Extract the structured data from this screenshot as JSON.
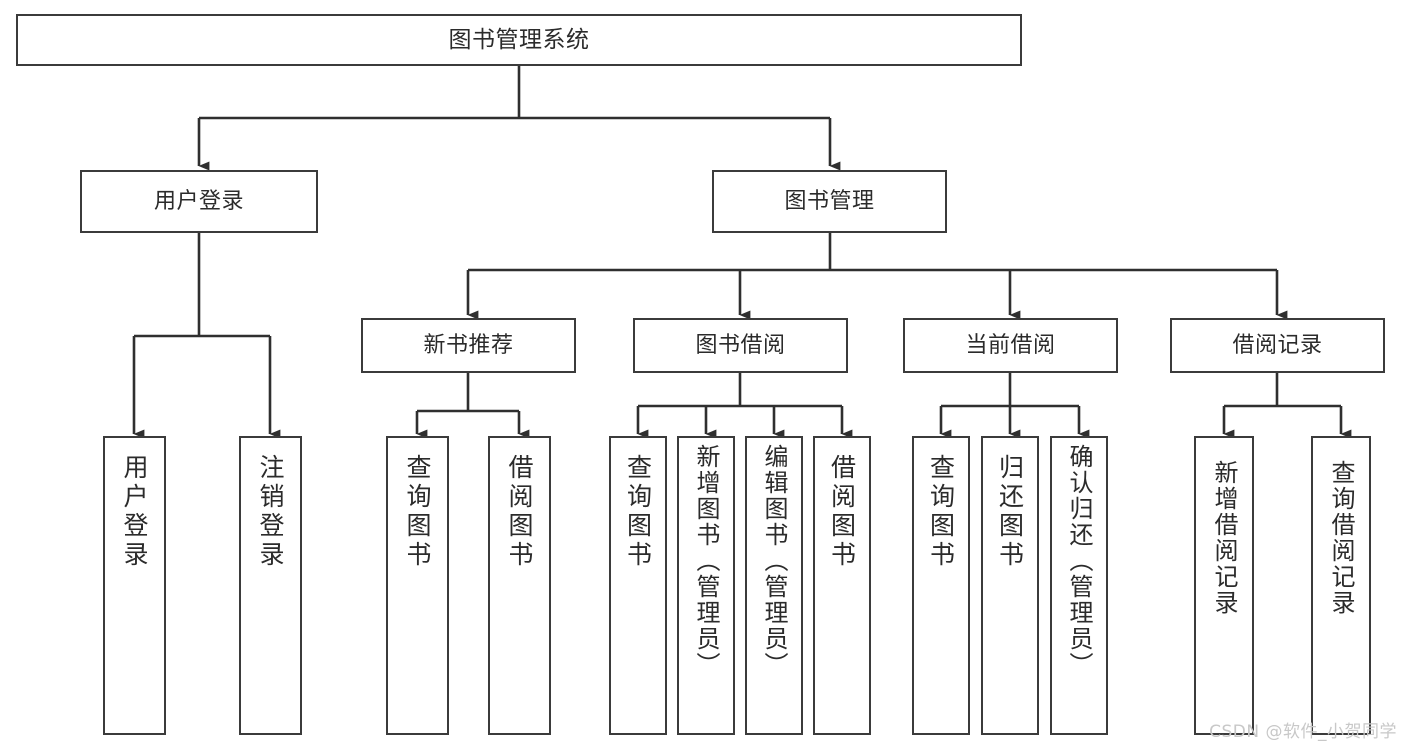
{
  "diagram": {
    "type": "tree",
    "title": "图书管理系统",
    "root": {
      "label": "图书管理系统"
    },
    "level1": [
      {
        "label": "用户登录"
      },
      {
        "label": "图书管理"
      }
    ],
    "level2": [
      {
        "label": "新书推荐"
      },
      {
        "label": "图书借阅"
      },
      {
        "label": "当前借阅"
      },
      {
        "label": "借阅记录"
      }
    ],
    "leaves": {
      "user_login": [
        {
          "label": "用户登录"
        },
        {
          "label": "注销登录"
        }
      ],
      "new_book_recommend": [
        {
          "label": "查询图书"
        },
        {
          "label": "借阅图书"
        }
      ],
      "book_borrow": [
        {
          "label": "查询图书"
        },
        {
          "label": "新增图书（管理员）"
        },
        {
          "label": "编辑图书（管理员）"
        },
        {
          "label": "借阅图书"
        }
      ],
      "current_borrow": [
        {
          "label": "查询图书"
        },
        {
          "label": "归还图书"
        },
        {
          "label": "确认归还（管理员）"
        }
      ],
      "borrow_record": [
        {
          "label": "新增借阅记录"
        },
        {
          "label": "查询借阅记录"
        }
      ]
    }
  },
  "watermark": {
    "text": "CSDN @软件_小贺同学"
  },
  "colors": {
    "background": "#ffffff",
    "border": "#3b3b3b",
    "text": "#2b2b2b",
    "edge": "#2f2f2f",
    "watermark": "#c8c8c8"
  }
}
